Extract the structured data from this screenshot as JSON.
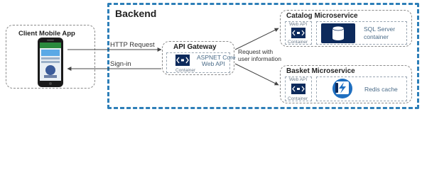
{
  "backend": {
    "title": "Backend"
  },
  "client": {
    "title": "Client Mobile App"
  },
  "arrows": {
    "http": "HTTP Request",
    "signin": "Sign-in",
    "request_line1": "Request with",
    "request_line2": "user information"
  },
  "gateway": {
    "title": "API Gateway",
    "tech_line1": "ASPNET Core",
    "tech_line2": "Web API",
    "container": "Container"
  },
  "catalog": {
    "title": "Catalog Microservice",
    "web_api": "Web API",
    "container": "Container",
    "db_line1": "SQL Server",
    "db_line2": "container"
  },
  "basket": {
    "title": "Basket Microservice",
    "web_api": "Web API",
    "container": "Container",
    "cache": "Redis cache"
  },
  "colors": {
    "backend_border": "#2e7fb8",
    "box_border": "#8a8a8a",
    "accent_blue": "#1f6fc0",
    "navy": "#0d2a5c",
    "arrow": "#444444"
  }
}
